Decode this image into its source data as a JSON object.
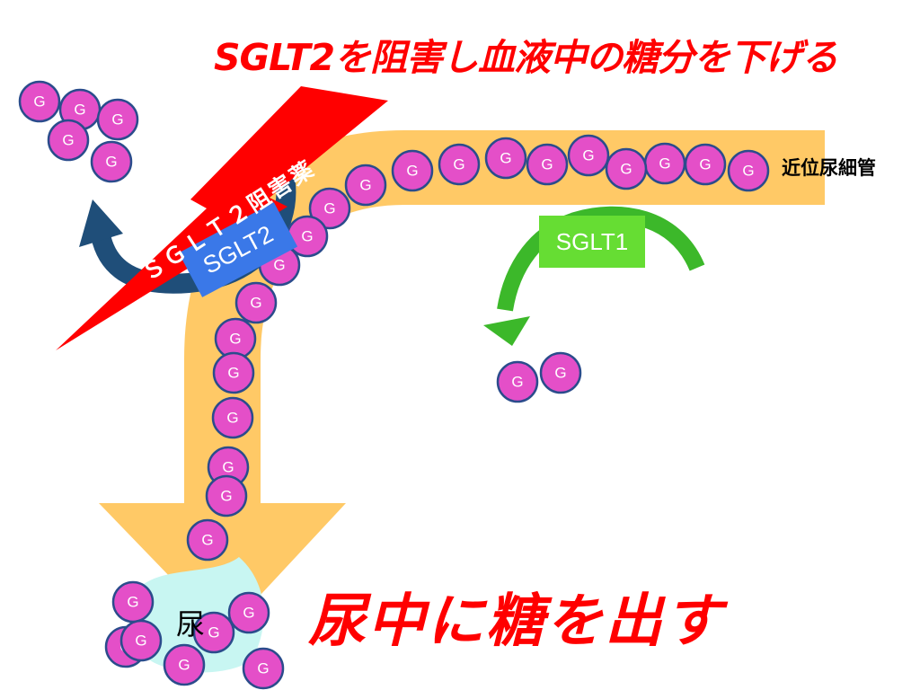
{
  "title": "SGLT2を阻害し血液中の糖分を下げる",
  "tubule_label": "近位尿細管",
  "main_caption": "尿中に糖を出す",
  "urine_label": "尿",
  "transporters": {
    "sglt1": "SGLT1",
    "sglt2": "SGLT2"
  },
  "inhibitor_label": "ＳＧＬＴ２阻害薬",
  "glucose_label": "G",
  "colors": {
    "title": "#ff0000",
    "tubule": "#ffc966",
    "glucose_fill": "#e44fc8",
    "glucose_stroke": "#2b4c8c",
    "sglt1": "#66dd33",
    "sglt2": "#3a78e8",
    "inhibitor": "#ff0000",
    "reabsorb_arrow_sglt2": "#1f4e79",
    "reabsorb_arrow_sglt1": "#3cb82a",
    "urine_blob": "#c8f6f2"
  }
}
